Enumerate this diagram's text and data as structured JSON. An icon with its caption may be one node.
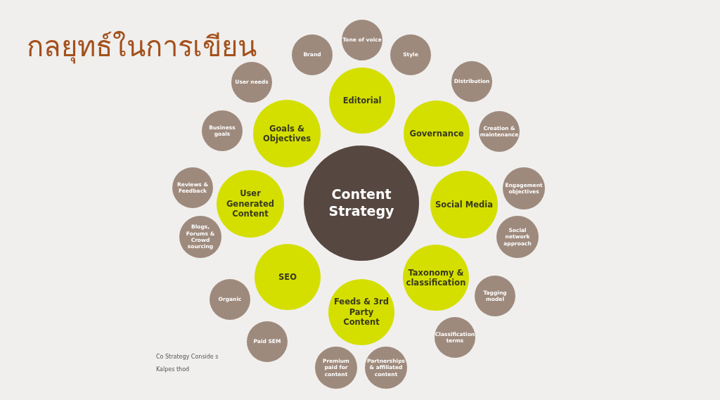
{
  "diagram": {
    "title": "กลยุทธ์ในการเขียน",
    "nodes": [
      {
        "text": [
          "Content Strategy"
        ]
      },
      {
        "text": [
          "Editorial"
        ]
      },
      {
        "text": [
          "Governance"
        ]
      },
      {
        "text": [
          "Social Media"
        ]
      },
      {
        "text": [
          "Taxonomy & classification"
        ]
      },
      {
        "text": [
          "Feeds & 3rd Party Content"
        ]
      },
      {
        "text": [
          "SEO"
        ]
      },
      {
        "text": [
          "User Generated Content"
        ]
      },
      {
        "text": [
          "Goals & Objectives"
        ]
      },
      {
        "text": [
          "Brand"
        ]
      },
      {
        "text": [
          "Tone of voice"
        ]
      },
      {
        "text": [
          "Style"
        ]
      },
      {
        "text": [
          "Distribution"
        ]
      },
      {
        "text": [
          "Creation & maintenance"
        ]
      },
      {
        "text": [
          "Engagement objectives"
        ]
      },
      {
        "text": [
          "Social network approach"
        ]
      },
      {
        "text": [
          "Tagging model"
        ]
      },
      {
        "text": [
          "Classification terms"
        ]
      },
      {
        "text": [
          "Partnerships & affiliated content"
        ]
      },
      {
        "text": [
          "Premium paid for content"
        ]
      },
      {
        "text": [
          "Paid SEM"
        ]
      },
      {
        "text": [
          "Organic"
        ]
      },
      {
        "text": [
          "Blogs, Forums & Crowd sourcing"
        ]
      },
      {
        "text": [
          "Reviews & Feedback"
        ]
      },
      {
        "text": [
          "Business goals"
        ]
      },
      {
        "text": [
          "User needs"
        ]
      }
    ],
    "edges": [],
    "labels": [
      "Co Strategy Conside s",
      "Kalpes thod"
    ]
  }
}
